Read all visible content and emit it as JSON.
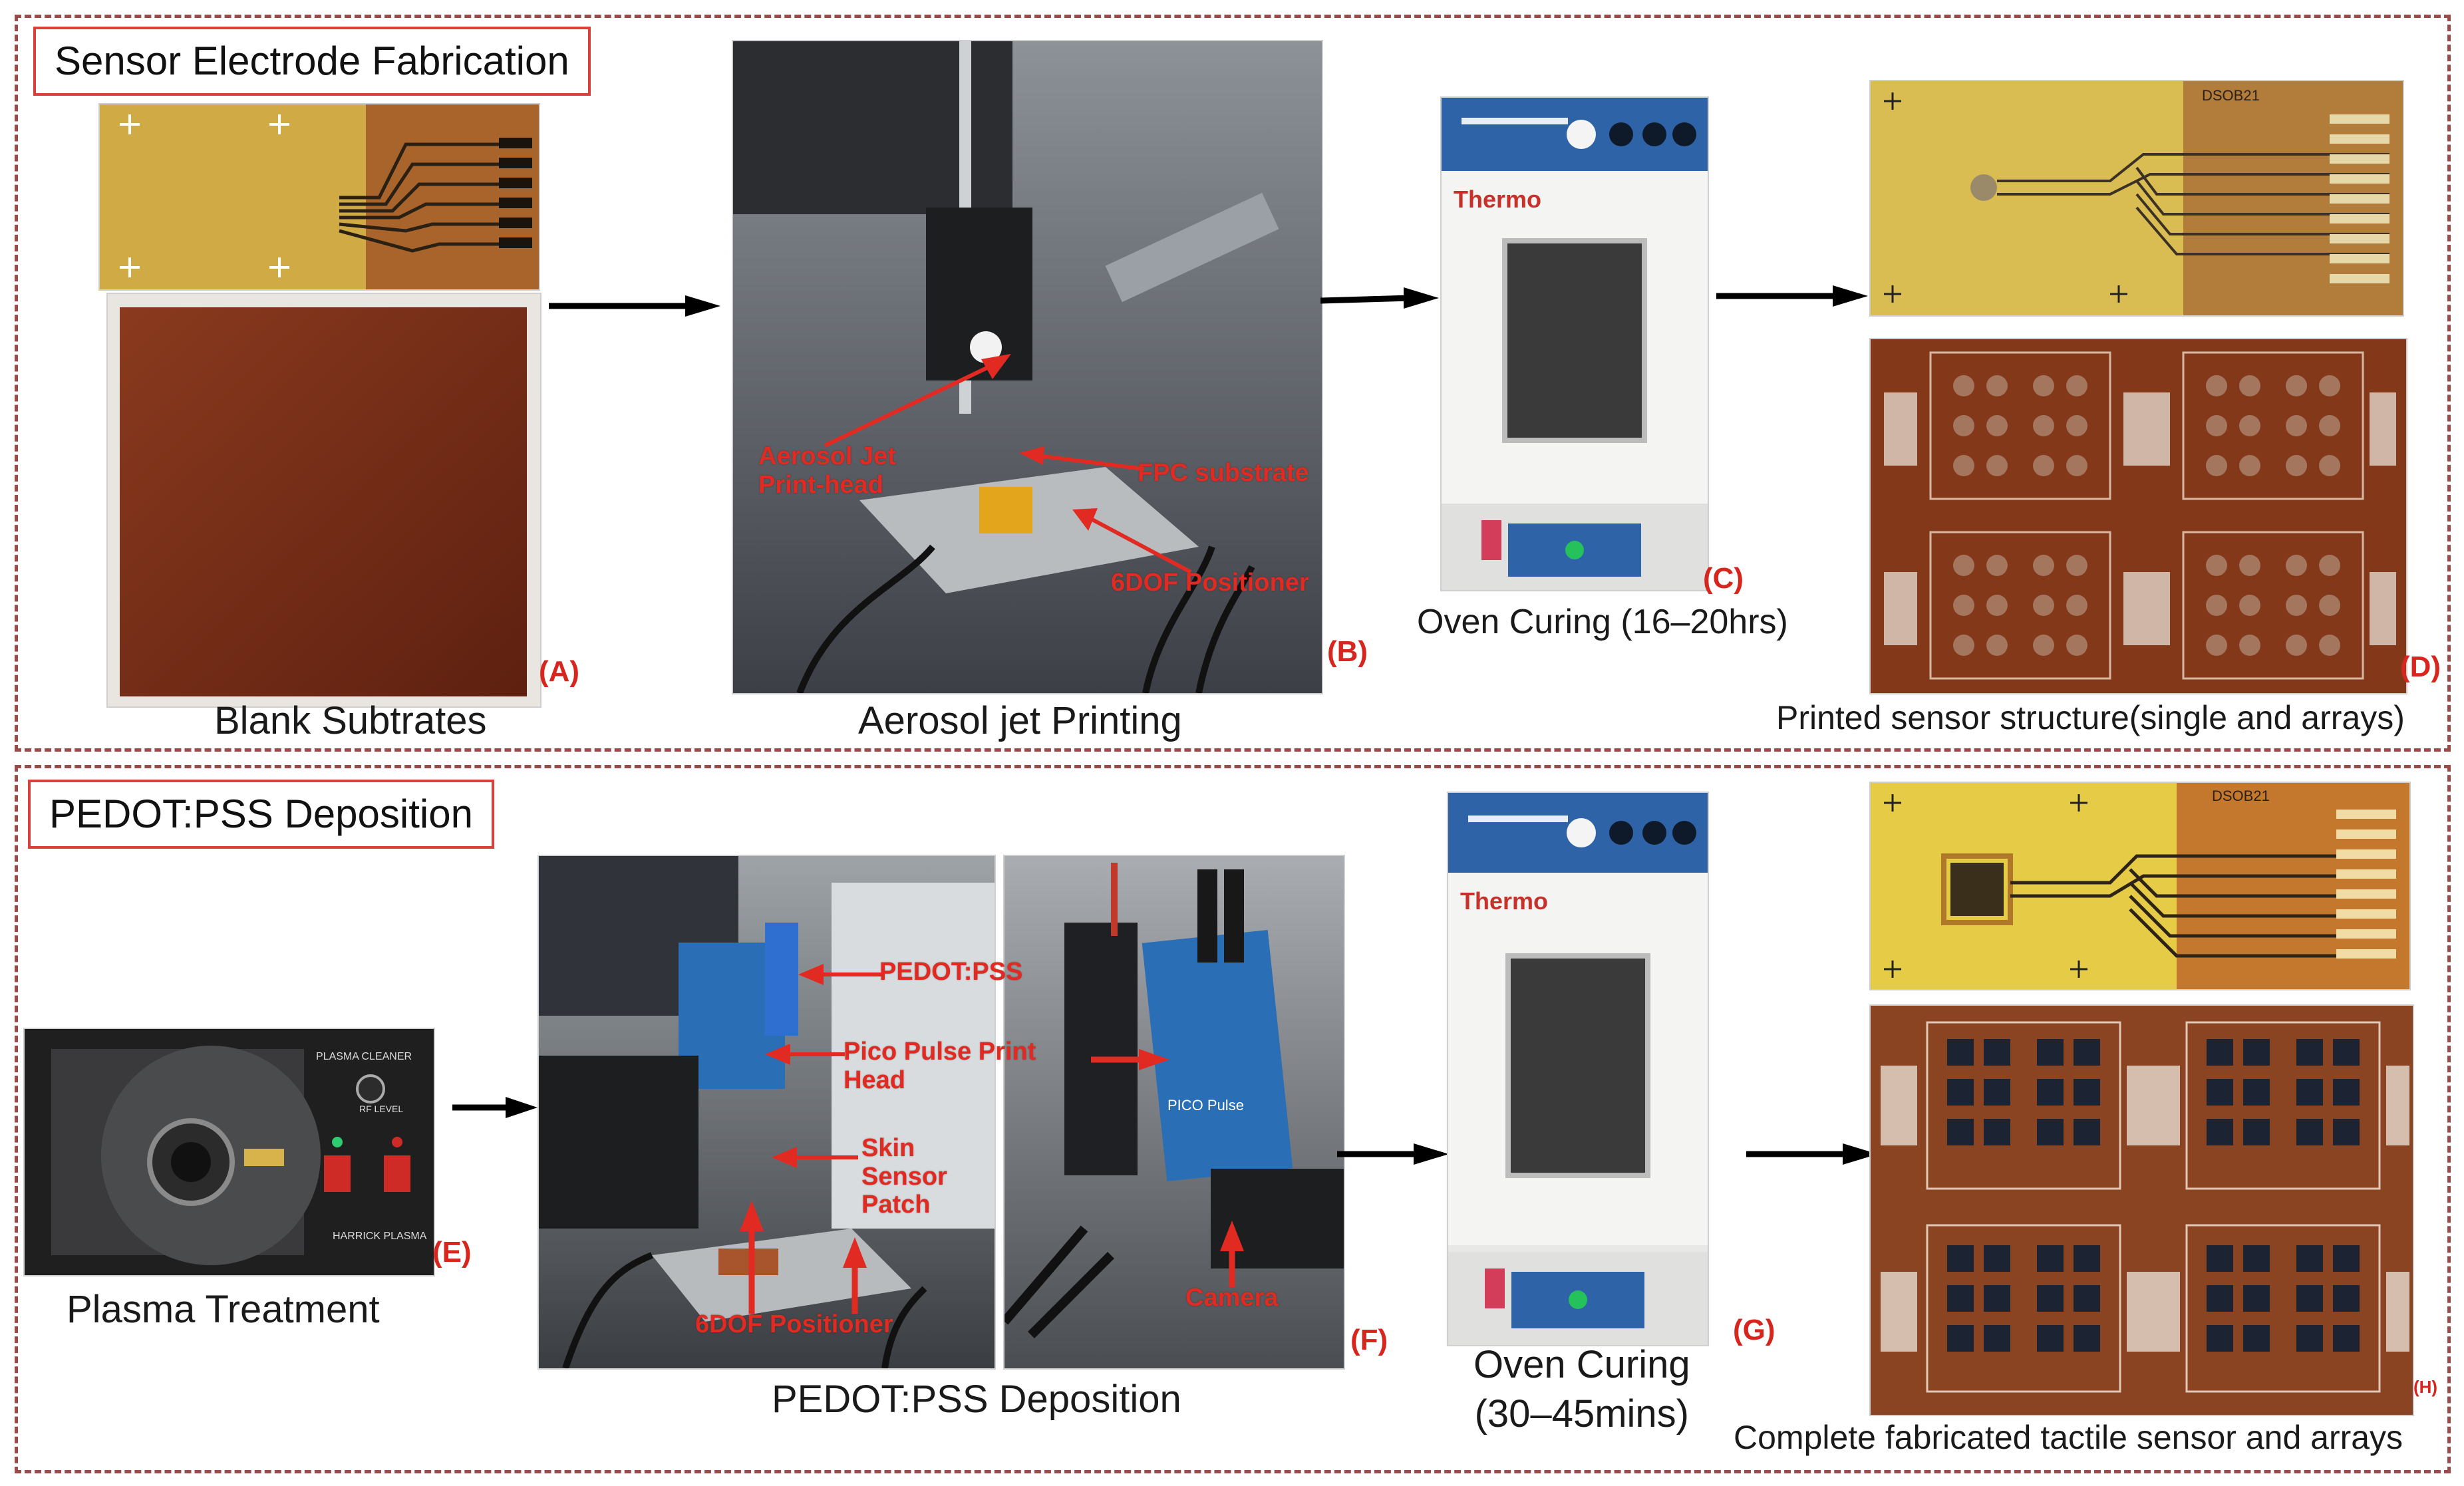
{
  "sections": {
    "electrode": {
      "title": "Sensor Electrode Fabrication"
    },
    "pedot": {
      "title": "PEDOT:PSS Deposition"
    }
  },
  "panels": {
    "A": {
      "tag": "(A)",
      "caption": "Blank Subtrates"
    },
    "B": {
      "tag": "(B)",
      "caption": "Aerosol jet Printing",
      "annotations": [
        "Aerosol Jet",
        "Print-head",
        "FPC substrate",
        "6DOF Positioner"
      ]
    },
    "C": {
      "tag": "(C)",
      "caption": "Oven Curing (16–20hrs)"
    },
    "D": {
      "tag": "(D)",
      "caption": "Printed sensor structure(single and arrays)"
    },
    "E": {
      "tag": "(E)",
      "caption": "Plasma Treatment"
    },
    "F": {
      "tag": "(F)",
      "caption": "PEDOT:PSS Deposition",
      "annotations": [
        "PEDOT:PSS",
        "Pico Pulse Print",
        "Head",
        "Skin",
        "Sensor",
        "Patch",
        "6DOF Positioner",
        "Camera"
      ]
    },
    "G": {
      "tag": "(G)",
      "caption_line1": "Oven Curing",
      "caption_line2": "(30–45mins)"
    },
    "H": {
      "tag": "(H)",
      "caption": "Complete fabricated tactile sensor and arrays"
    }
  },
  "photo_labels": {
    "oven_brand": "Thermo",
    "fpc_code": "DSOB21",
    "plasma_title": "PLASMA CLEANER",
    "plasma_rf": "RF LEVEL",
    "plasma_brand": "HARRICK PLASMA",
    "pico_brand": "PICO Pulse"
  },
  "colors": {
    "border": "#9b4a4a",
    "title_border": "#d9403a",
    "tag": "#d7261e",
    "annotation": "#e02a22",
    "kapton": "#c9a23a",
    "substrate": "#7e2c17",
    "pico_blue": "#2a6fb5"
  }
}
